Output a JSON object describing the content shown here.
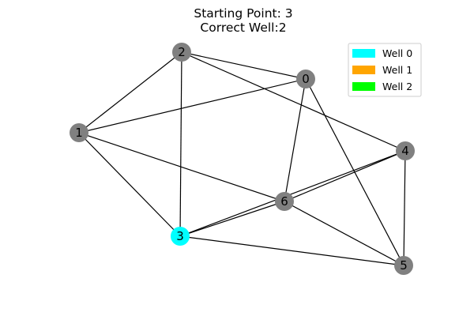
{
  "title": {
    "line1": "Starting Point: 3",
    "line2": "Correct Well:2"
  },
  "colors": {
    "default_node": "#808080",
    "start_node": "#00ffff",
    "well_0": "#00ffff",
    "well_1": "#ffa500",
    "well_2": "#00ff00",
    "edge": "#000000"
  },
  "legend": {
    "placement": "top-right",
    "items": [
      {
        "label": "Well 0",
        "color": "#00ffff"
      },
      {
        "label": "Well 1",
        "color": "#ffa500"
      },
      {
        "label": "Well 2",
        "color": "#00ff00"
      }
    ]
  },
  "graph": {
    "nodes": [
      {
        "id": "0",
        "label": "0",
        "color": "#808080"
      },
      {
        "id": "1",
        "label": "1",
        "color": "#808080"
      },
      {
        "id": "2",
        "label": "2",
        "color": "#808080"
      },
      {
        "id": "3",
        "label": "3",
        "color": "#00ffff"
      },
      {
        "id": "4",
        "label": "4",
        "color": "#808080"
      },
      {
        "id": "5",
        "label": "5",
        "color": "#808080"
      },
      {
        "id": "6",
        "label": "6",
        "color": "#808080"
      }
    ],
    "edges": [
      [
        "2",
        "0"
      ],
      [
        "2",
        "1"
      ],
      [
        "2",
        "3"
      ],
      [
        "2",
        "4"
      ],
      [
        "0",
        "1"
      ],
      [
        "0",
        "6"
      ],
      [
        "0",
        "5"
      ],
      [
        "1",
        "6"
      ],
      [
        "1",
        "3"
      ],
      [
        "4",
        "6"
      ],
      [
        "4",
        "3"
      ],
      [
        "4",
        "5"
      ],
      [
        "6",
        "5"
      ],
      [
        "3",
        "6"
      ],
      [
        "3",
        "5"
      ]
    ]
  }
}
